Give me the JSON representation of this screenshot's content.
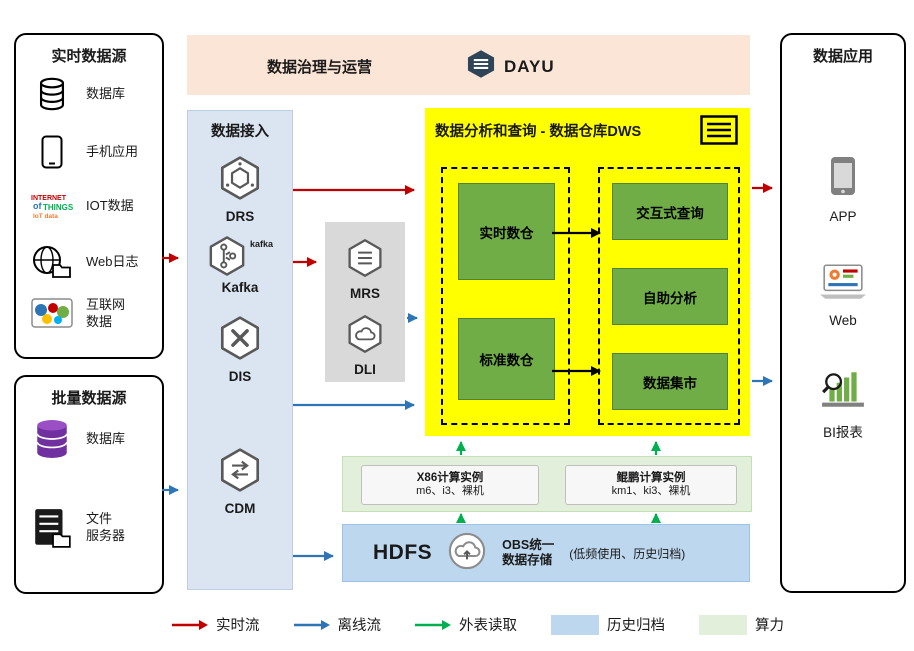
{
  "realtime_sources": {
    "title": "实时数据源",
    "items": [
      {
        "label": "数据库"
      },
      {
        "label": "手机应用"
      },
      {
        "label": "IOT数据"
      },
      {
        "label": "Web日志"
      },
      {
        "label": "互联网\n数据"
      }
    ]
  },
  "batch_sources": {
    "title": "批量数据源",
    "items": [
      {
        "label": "数据库"
      },
      {
        "label": "文件\n服务器"
      }
    ]
  },
  "governance": {
    "title": "数据治理与运营",
    "logo_text": "DAYU"
  },
  "ingestion": {
    "title": "数据接入",
    "items": [
      {
        "label": "DRS"
      },
      {
        "label": "Kafka",
        "logo_text": "kafka"
      },
      {
        "label": "DIS"
      },
      {
        "label": "CDM"
      }
    ]
  },
  "processing": {
    "items": [
      {
        "label": "MRS"
      },
      {
        "label": "DLI"
      }
    ]
  },
  "dws": {
    "title": "数据分析和查询 - 数据仓库DWS",
    "warehouses": [
      {
        "label": "实时数仓"
      },
      {
        "label": "标准数仓"
      }
    ],
    "services": [
      {
        "label": "交互式查询"
      },
      {
        "label": "自助分析"
      },
      {
        "label": "数据集市"
      }
    ]
  },
  "compute": {
    "instances": [
      {
        "name": "X86计算实例",
        "spec": "m6、i3、裸机"
      },
      {
        "name": "鲲鹏计算实例",
        "spec": "km1、ki3、裸机"
      }
    ]
  },
  "storage": {
    "hdfs_label": "HDFS",
    "obs_title": "OBS统一\n数据存储",
    "obs_note": "(低频使用、历史归档)"
  },
  "applications": {
    "title": "数据应用",
    "items": [
      {
        "label": "APP"
      },
      {
        "label": "Web"
      },
      {
        "label": "BI报表"
      }
    ]
  },
  "legend": {
    "realtime": "实时流",
    "offline": "离线流",
    "external": "外表读取",
    "archive": "历史归档",
    "compute": "算力"
  },
  "colors": {
    "realtime_flow": "#c00000",
    "offline_flow": "#2e75b6",
    "external_read": "#00b050",
    "archive_bg": "#bdd7ee",
    "compute_bg": "#e2efda",
    "dws_bg": "#ffff00",
    "warehouse_green": "#70ad47",
    "ingestion_bg": "#dbe5f1",
    "governance_bg": "#fbe5d6"
  }
}
